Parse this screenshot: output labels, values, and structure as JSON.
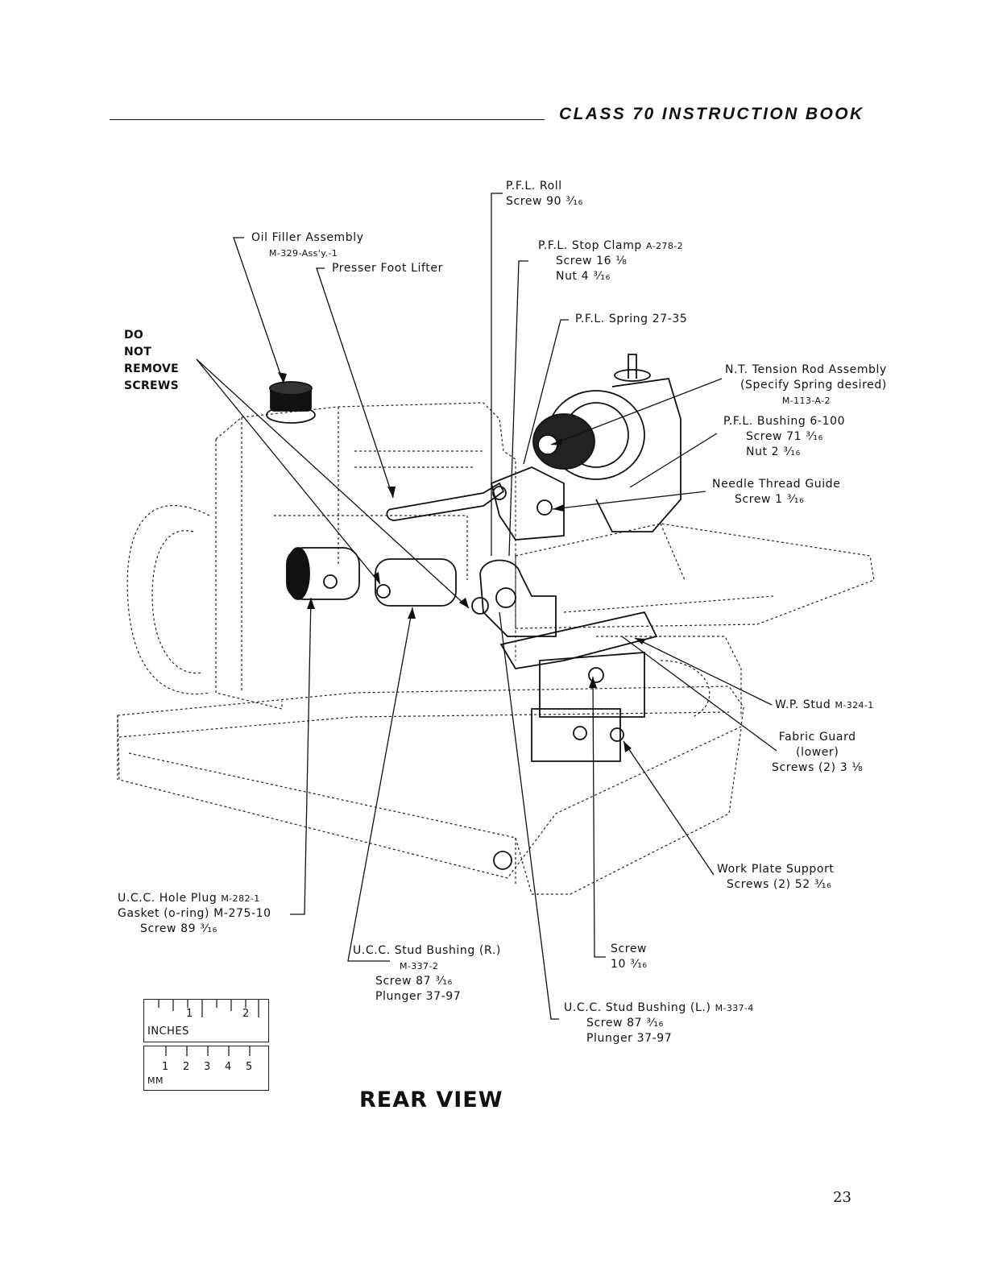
{
  "header": {
    "title": "CLASS 70 INSTRUCTION BOOK"
  },
  "warning": {
    "line1": "DO",
    "line2": "NOT",
    "line3": "REMOVE",
    "line4": "SCREWS"
  },
  "labels": {
    "pfl_roll": {
      "l1": "P.F.L. Roll",
      "l2": "Screw 90 ³⁄₁₆"
    },
    "oil_filler": {
      "l1": "Oil Filler Assembly",
      "l2": "M-329-Ass'y.-1"
    },
    "presser_foot_lifter": {
      "l1": "Presser Foot Lifter"
    },
    "pfl_stop_clamp": {
      "l1": "P.F.L. Stop Clamp",
      "part": "A-278-2",
      "l2": "Screw 16 ⅛",
      "l3": "Nut 4 ³⁄₁₆"
    },
    "pfl_spring": {
      "l1": "P.F.L. Spring 27-35"
    },
    "nt_tension": {
      "l1": "N.T. Tension Rod Assembly",
      "l2": "(Specify Spring desired)",
      "l3": "M-113-A-2"
    },
    "pfl_bushing": {
      "l1": "P.F.L. Bushing 6-100",
      "l2": "Screw 71 ³⁄₁₆",
      "l3": "Nut 2 ³⁄₁₆"
    },
    "needle_thread_guide": {
      "l1": "Needle Thread Guide",
      "l2": "Screw 1 ³⁄₁₆"
    },
    "wp_stud": {
      "l1": "W.P. Stud",
      "part": "M-324-1"
    },
    "fabric_guard": {
      "l1": "Fabric Guard",
      "l2": "(lower)",
      "l3": "Screws (2) 3 ⅛"
    },
    "work_plate_support": {
      "l1": "Work Plate Support",
      "l2": "Screws (2) 52 ³⁄₁₆"
    },
    "ucc_hole_plug": {
      "l1": "U.C.C. Hole Plug",
      "part": "M-282-1",
      "l2": "Gasket (o-ring) M-275-10",
      "l3": "Screw 89 ³⁄₁₆"
    },
    "ucc_stud_bushing_r": {
      "l1": "U.C.C. Stud Bushing (R.)",
      "l2": "M-337-2",
      "l3": "Screw 87 ³⁄₁₆",
      "l4": "Plunger 37-97"
    },
    "screw_10": {
      "l1": "Screw",
      "l2": "10 ³⁄₁₆"
    },
    "ucc_stud_bushing_l": {
      "l1": "U.C.C. Stud Bushing (L.)",
      "part": "M-337-4",
      "l2": "Screw 87 ³⁄₁₆",
      "l3": "Plunger 37-97"
    }
  },
  "rulers": {
    "inches": {
      "unit": "INCHES",
      "ticks": [
        "1",
        "2"
      ]
    },
    "mm": {
      "unit": "MM",
      "ticks": [
        "1",
        "2",
        "3",
        "4",
        "5"
      ]
    }
  },
  "caption": "REAR VIEW",
  "page_number": "23"
}
